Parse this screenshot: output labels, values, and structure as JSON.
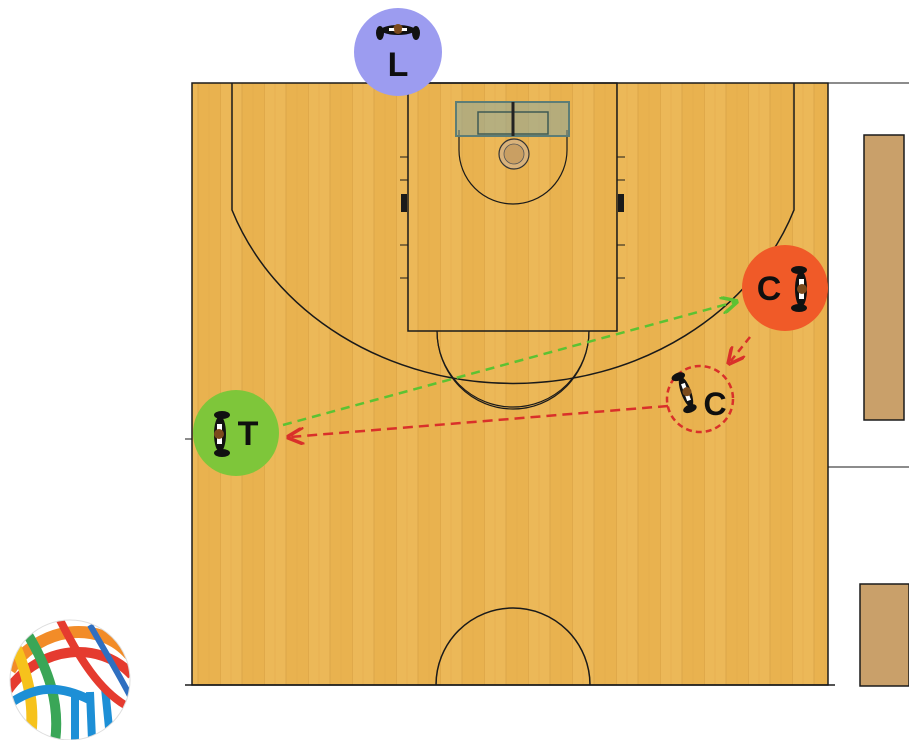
{
  "diagram": {
    "colors": {
      "court_wood": "#e9b24f",
      "court_wood_dark": "#d89a36",
      "court_lines": "#1a1a1a",
      "bench_fill": "#c9a06a",
      "pass_green": "#5cc232",
      "move_red": "#d9302a",
      "player_l": "#9c9cf0",
      "player_c_top": "#f05a28",
      "player_t": "#7ec63a"
    },
    "players": {
      "l": {
        "label": "L",
        "role_icon": "referee-icon"
      },
      "c_top": {
        "label": "C",
        "role_icon": "player-icon"
      },
      "c_bottom": {
        "label": "C",
        "role_icon": "player-icon"
      },
      "t": {
        "label": "T",
        "role_icon": "player-icon"
      }
    },
    "arrows": {
      "pass": {
        "style": "dashed",
        "color_key": "pass_green"
      },
      "cut": {
        "style": "dashed",
        "color_key": "move_red"
      },
      "drop": {
        "style": "dashed",
        "color_key": "move_red"
      }
    },
    "logo": {
      "icon": "basketball-logo-icon"
    }
  }
}
